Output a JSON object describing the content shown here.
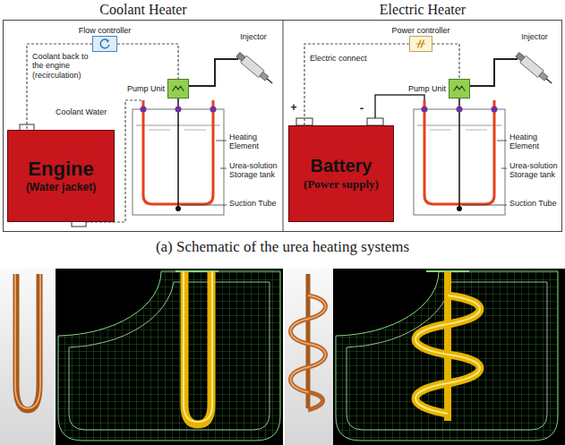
{
  "diagram": {
    "caption": "(a) Schematic of the urea heating systems",
    "nodes": [
      {
        "text": [
          "Flow controller"
        ]
      },
      {
        "text": [
          "Engine",
          "(Water jacket)"
        ]
      },
      {
        "text": [
          "Pump Unit"
        ]
      },
      {
        "text": [
          "Power controller"
        ]
      },
      {
        "text": [
          "Battery",
          "(Power supply)"
        ]
      },
      {
        "text": [
          "Pump Unit"
        ]
      }
    ],
    "edges": [
      {
        "from": 0,
        "to": 1,
        "arrow": "none"
      },
      {
        "from": 0,
        "to": 2,
        "arrow": "none"
      },
      {
        "from": 3,
        "to": 4,
        "arrow": "none"
      },
      {
        "from": 3,
        "to": 5,
        "arrow": "none"
      }
    ],
    "labels": [
      "Coolant Heater",
      "Electric Heater",
      "Coolant back to the engine (recirculation)",
      "Coolant Water",
      "Injector",
      "Heating Element",
      "Urea-solution Storage tank",
      "Suction Tube",
      "Electric connect",
      "+",
      "-",
      "Injector",
      "Heating Element",
      "Urea-solution Storage tank",
      "Suction Tube"
    ]
  }
}
